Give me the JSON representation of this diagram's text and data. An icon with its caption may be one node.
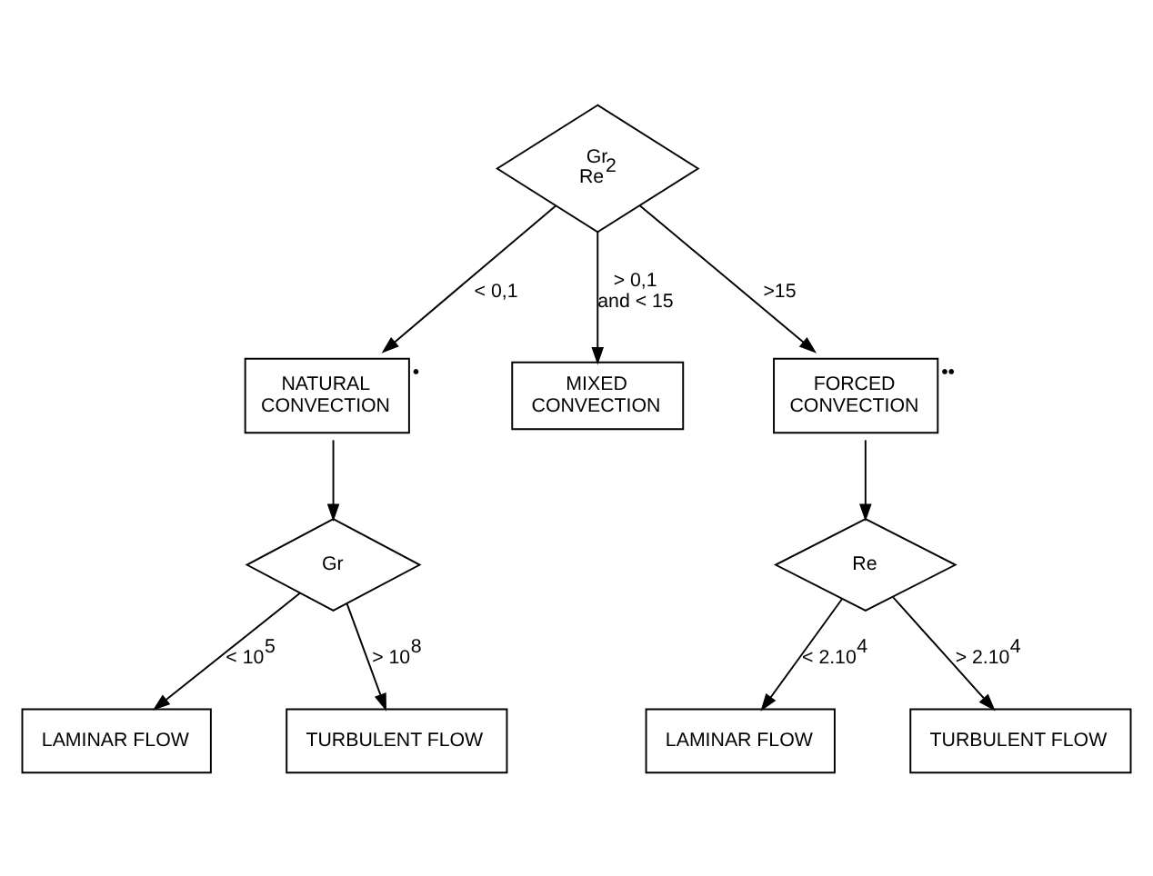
{
  "diagram": {
    "nodes": [
      {
        "text": [
          "Gr Re$^{2}$"
        ]
      },
      {
        "text": [
          "NATURAL CONVECTION"
        ],
        "beside": [
          "•"
        ]
      },
      {
        "text": [
          "MIXED CONVECTION"
        ]
      },
      {
        "text": [
          "FORCED CONVECTION"
        ],
        "beside": [
          "••"
        ]
      },
      {
        "text": [
          "Gr"
        ]
      },
      {
        "text": [
          "LAMINAR FLOW"
        ]
      },
      {
        "text": [
          "TURBULENT FLOW"
        ]
      },
      {
        "text": [
          "Re"
        ]
      },
      {
        "text": [
          "LAMINAR FLOW"
        ]
      },
      {
        "text": [
          "TURBULENT FLOW"
        ]
      }
    ],
    "edges": [
      {
        "from": 0,
        "to": 1,
        "arrow": "to",
        "label": "< 0,1"
      },
      {
        "from": 0,
        "to": 2,
        "arrow": "to",
        "label": "> 0,1 and < 15"
      },
      {
        "from": 0,
        "to": 3,
        "arrow": "to",
        "label": ">15"
      },
      {
        "from": 1,
        "to": 4,
        "arrow": "to"
      },
      {
        "from": 3,
        "to": 7,
        "arrow": "to"
      },
      {
        "from": 4,
        "to": 5,
        "arrow": "to",
        "label": "< 10$^{5}$"
      },
      {
        "from": 4,
        "to": 6,
        "arrow": "to",
        "label": "> 10$^{8}$"
      },
      {
        "from": 7,
        "to": 8,
        "arrow": "to",
        "label": "< 2.10$^{4}$"
      },
      {
        "from": 7,
        "to": 9,
        "arrow": "to",
        "label": "> 2.10$^{4}$"
      }
    ]
  }
}
